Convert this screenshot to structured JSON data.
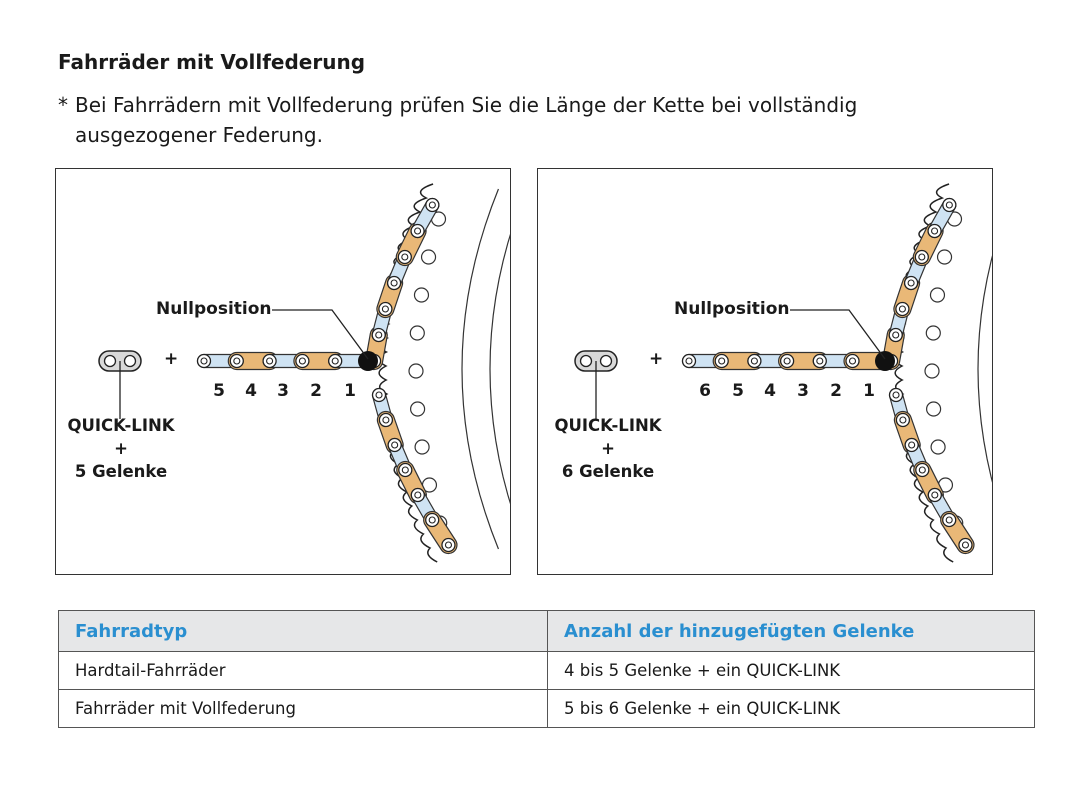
{
  "heading": "Fahrräder mit Vollfederung",
  "note": {
    "marker": "*",
    "text": "Bei Fahrrädern mit Vollfederung prüfen Sie die Länge der Kette bei vollständig ausgezogener Federung."
  },
  "panels": [
    {
      "zero_label": "Nullposition",
      "plus": "+",
      "link_numbers": [
        "5",
        "4",
        "3",
        "2",
        "1"
      ],
      "quick_link": {
        "line1": "QUICK-LINK",
        "line2": "+",
        "line3": "5 Gelenke"
      }
    },
    {
      "zero_label": "Nullposition",
      "plus": "+",
      "link_numbers": [
        "6",
        "5",
        "4",
        "3",
        "2",
        "1"
      ],
      "quick_link": {
        "line1": "QUICK-LINK",
        "line2": "+",
        "line3": "6 Gelenke"
      }
    }
  ],
  "table": {
    "headers": [
      "Fahrradtyp",
      "Anzahl der hinzugefügten Gelenke"
    ],
    "rows": [
      [
        "Hardtail-Fahrräder",
        "4 bis 5 Gelenke + ein QUICK-LINK"
      ],
      [
        "Fahrräder mit Vollfederung",
        "5 bis 6 Gelenke + ein QUICK-LINK"
      ]
    ]
  },
  "colors": {
    "chain_gold": "#e9b877",
    "chain_blue": "#cfe3f3",
    "header_text": "#2a8fd0",
    "header_bg": "#e6e7e8"
  }
}
